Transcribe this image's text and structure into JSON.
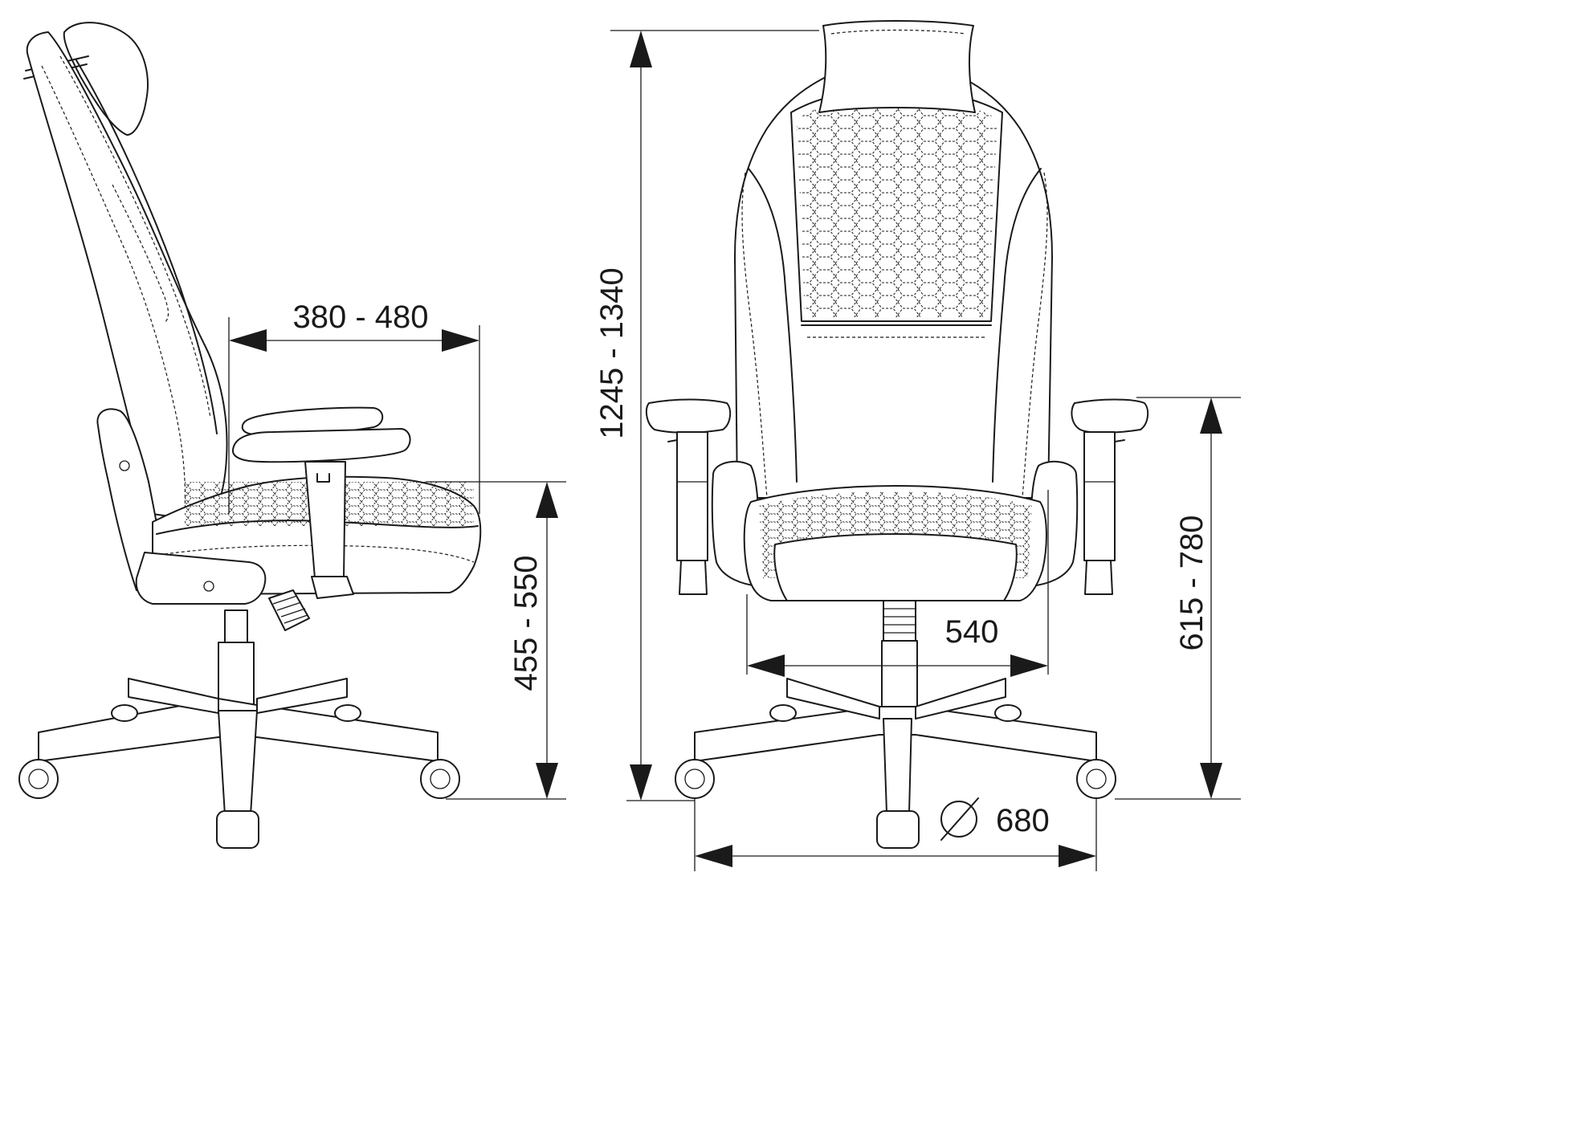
{
  "dimensions": {
    "armrest_depth": "380 - 480",
    "seat_height": "455 - 550",
    "total_height": "1245 - 1340",
    "seat_width": "540",
    "armrest_height": "615 - 780",
    "base_diameter": "680"
  },
  "colors": {
    "line": "#1a1a1a",
    "background": "#ffffff"
  }
}
